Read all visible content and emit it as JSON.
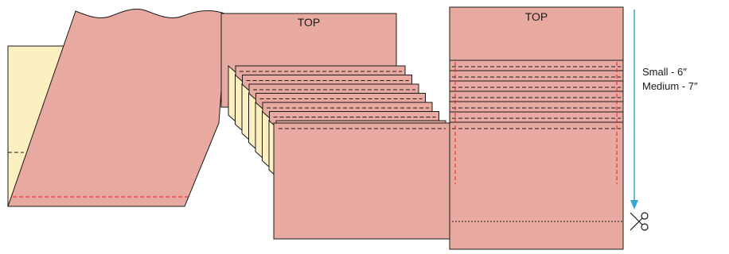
{
  "panels": {
    "middle": {
      "top_label": "TOP"
    },
    "right": {
      "top_label": "TOP"
    }
  },
  "measurement": {
    "small": "Small - 6″",
    "medium": "Medium - 7″"
  },
  "icons": {
    "cut": "scissors-icon"
  },
  "colors": {
    "fabric": "#e8a9a0",
    "lining": "#fdf0c0",
    "outline": "#1a1a1a",
    "stitch_red": "#e8202a",
    "stitch_black": "#1a1a1a",
    "arrow": "#33a8d6"
  }
}
